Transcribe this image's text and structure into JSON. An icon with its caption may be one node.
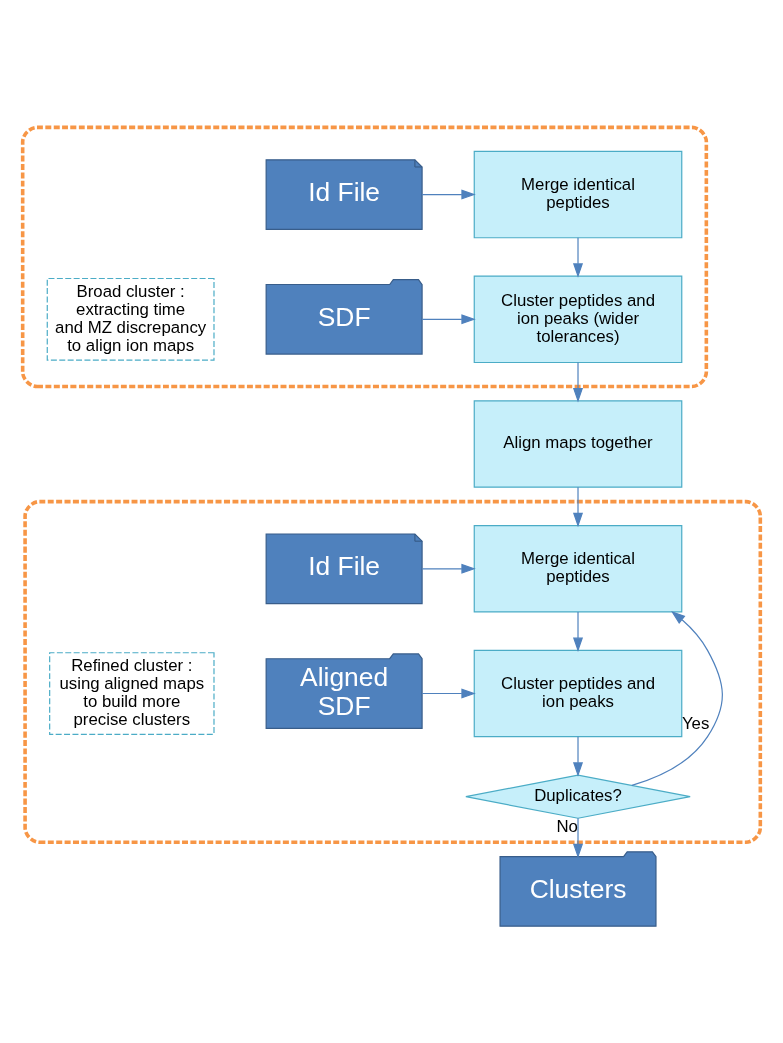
{
  "diagram": {
    "nodes": [
      {
        "text": [],
        "shape": "box"
      },
      {
        "text": [
          "Id File"
        ],
        "in": 0
      },
      {
        "text": [
          "Merge identical peptides"
        ],
        "in": 0
      },
      {
        "text": [
          "SDF"
        ],
        "in": 0
      },
      {
        "text": [
          "Cluster peptides and ion peaks (wider tolerances)"
        ],
        "in": 0
      },
      {
        "text": [
          "Broad cluster : extracting time and MZ discrepancy to align ion maps"
        ],
        "in": 0
      },
      {
        "text": [
          "Align maps together"
        ]
      },
      {
        "text": [],
        "shape": "box"
      },
      {
        "text": [
          "Id File"
        ],
        "in": 7
      },
      {
        "text": [
          "Merge identical peptides"
        ],
        "in": 7
      },
      {
        "text": [
          "Aligned SDF"
        ],
        "in": 7
      },
      {
        "text": [
          "Cluster peptides and ion peaks"
        ],
        "in": 7
      },
      {
        "text": [
          "Refined cluster : using aligned maps to build more precise clusters"
        ],
        "in": 7
      },
      {
        "text": [
          "Duplicates?"
        ],
        "in": 7
      },
      {
        "text": [
          "Clusters"
        ]
      }
    ],
    "edges": [
      {
        "from": 1,
        "to": 2,
        "arrow": "to"
      },
      {
        "from": 2,
        "to": 4,
        "arrow": "to"
      },
      {
        "from": 3,
        "to": 4,
        "arrow": "to"
      },
      {
        "from": 4,
        "to": 6,
        "arrow": "to"
      },
      {
        "from": 6,
        "to": 9,
        "arrow": "to"
      },
      {
        "from": 8,
        "to": 9,
        "arrow": "to"
      },
      {
        "from": 9,
        "to": 11,
        "arrow": "to"
      },
      {
        "from": 10,
        "to": 11,
        "arrow": "to"
      },
      {
        "from": 11,
        "to": 13,
        "arrow": "to"
      },
      {
        "from": 13,
        "to": 9,
        "arrow": "to",
        "label": "Yes"
      },
      {
        "from": 13,
        "to": 14,
        "arrow": "to",
        "label": "No"
      }
    ]
  }
}
